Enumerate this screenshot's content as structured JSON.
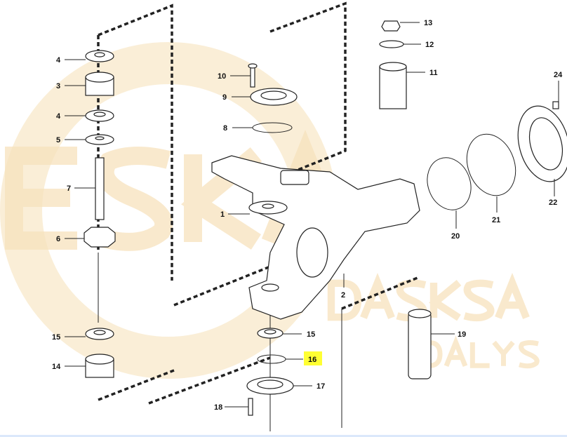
{
  "watermark": {
    "big": "ESKA",
    "mid": "DASKSA",
    "small": "DALYS"
  },
  "highlight_color": "#ffff33",
  "callouts": [
    {
      "id": "c1",
      "text": "1"
    },
    {
      "id": "c2",
      "text": "2"
    },
    {
      "id": "c3",
      "text": "3"
    },
    {
      "id": "c4a",
      "text": "4"
    },
    {
      "id": "c4b",
      "text": "4"
    },
    {
      "id": "c5",
      "text": "5"
    },
    {
      "id": "c6",
      "text": "6"
    },
    {
      "id": "c7",
      "text": "7"
    },
    {
      "id": "c8",
      "text": "8"
    },
    {
      "id": "c9",
      "text": "9"
    },
    {
      "id": "c10",
      "text": "10"
    },
    {
      "id": "c11",
      "text": "11"
    },
    {
      "id": "c12",
      "text": "12"
    },
    {
      "id": "c13",
      "text": "13"
    },
    {
      "id": "c14",
      "text": "14"
    },
    {
      "id": "c15a",
      "text": "15"
    },
    {
      "id": "c15b",
      "text": "15"
    },
    {
      "id": "c16",
      "text": "16",
      "highlighted": true
    },
    {
      "id": "c17",
      "text": "17"
    },
    {
      "id": "c18",
      "text": "18"
    },
    {
      "id": "c19",
      "text": "19"
    },
    {
      "id": "c20",
      "text": "20"
    },
    {
      "id": "c21",
      "text": "21"
    },
    {
      "id": "c22",
      "text": "22"
    },
    {
      "id": "c24",
      "text": "24"
    }
  ]
}
